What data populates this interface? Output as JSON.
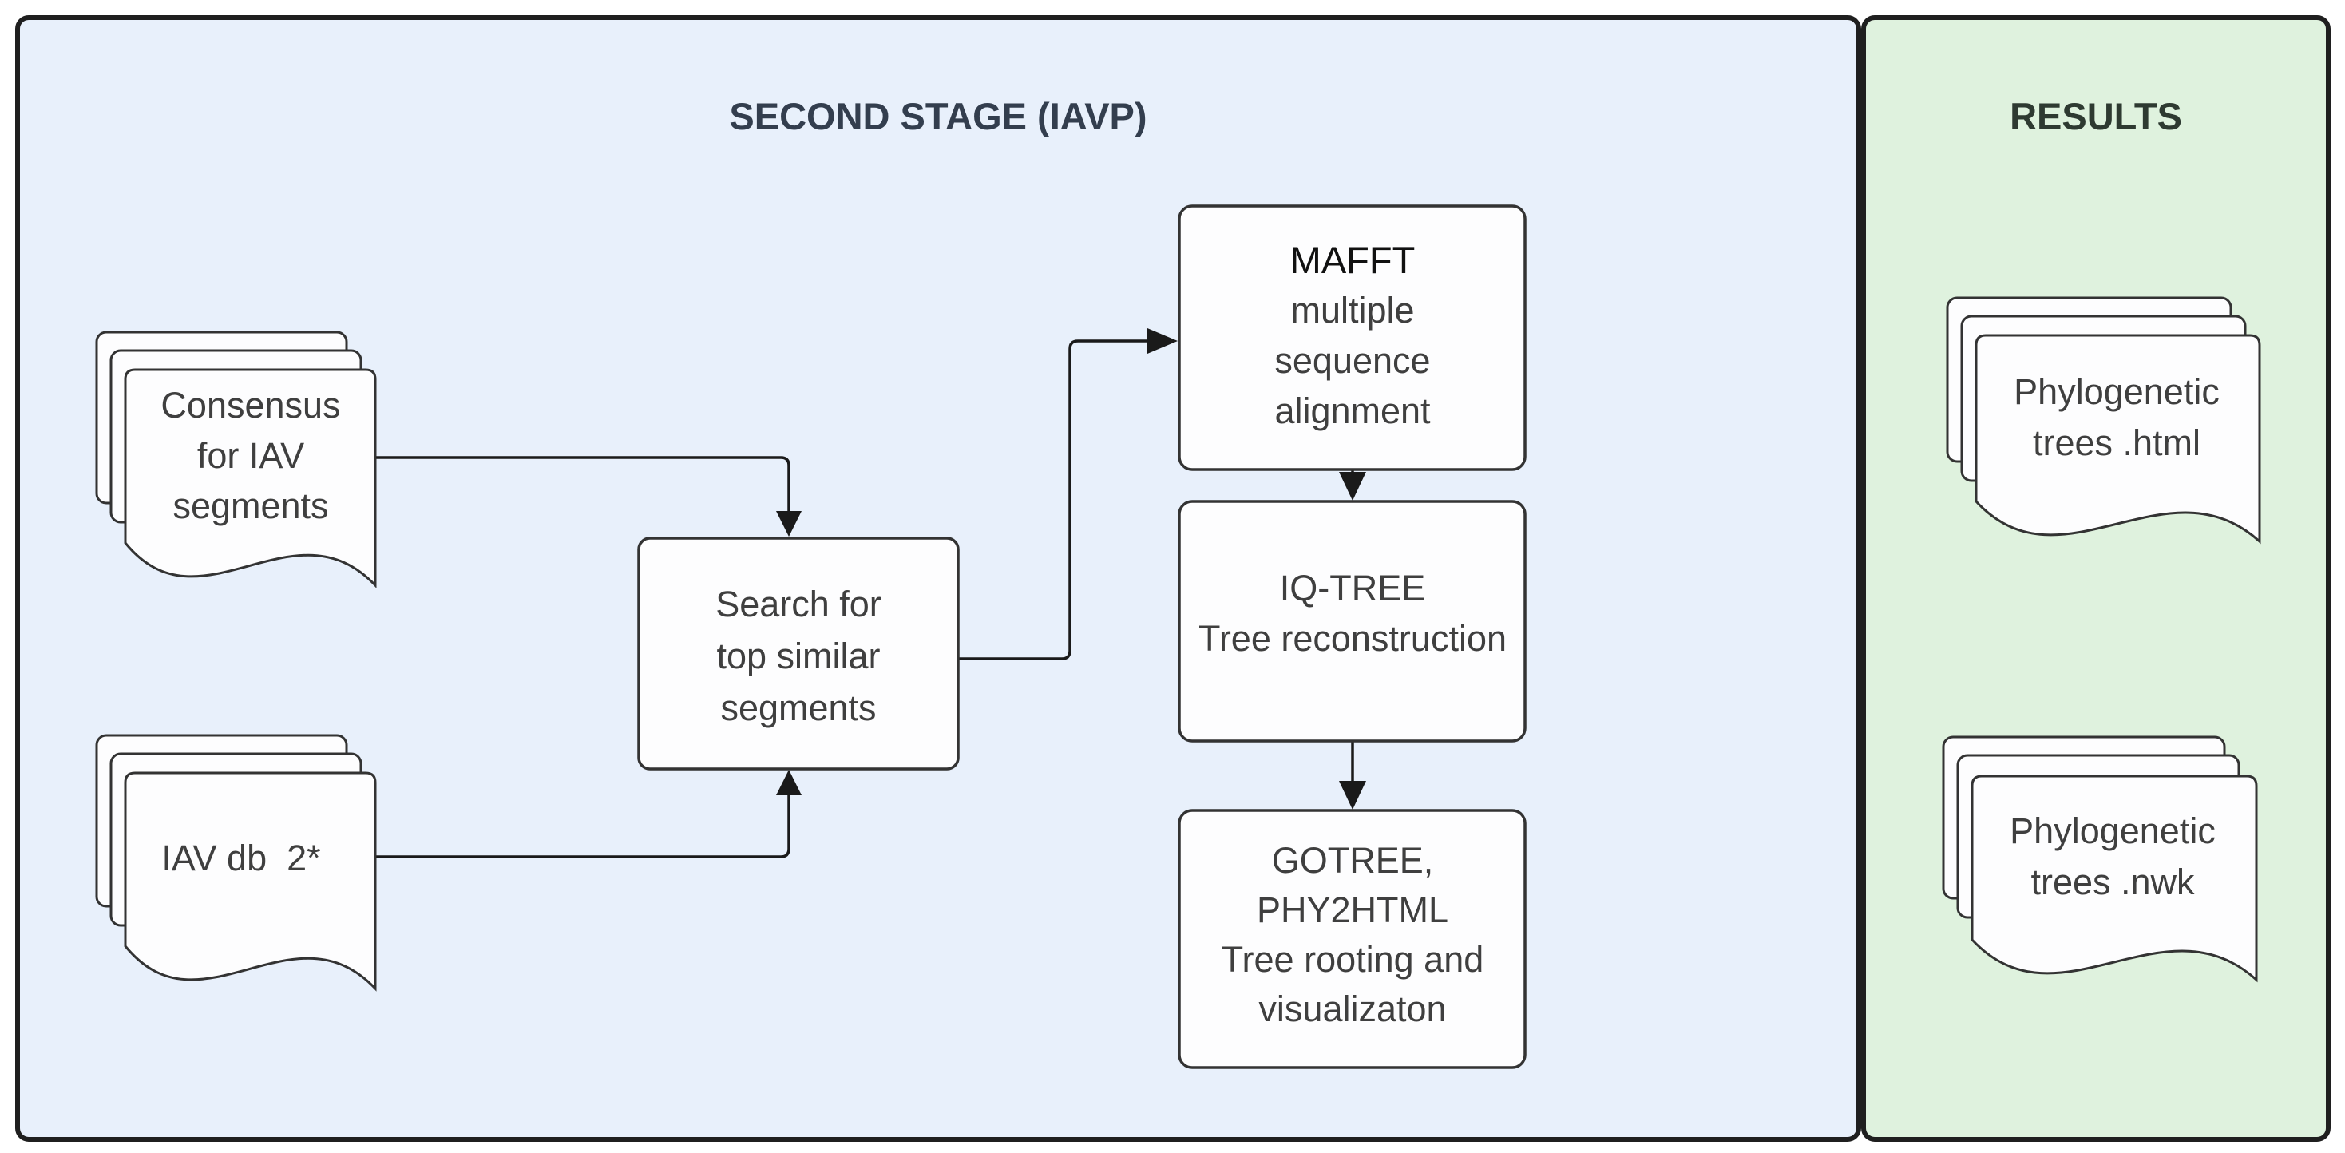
{
  "panels": {
    "stage": {
      "title": "SECOND STAGE (IAVP)"
    },
    "results": {
      "title": "RESULTS"
    }
  },
  "nodes": {
    "consensus_doc": {
      "lines": [
        "Consensus",
        "for IAV",
        "segments"
      ]
    },
    "iav_db_doc": {
      "label": "IAV db  2*"
    },
    "search_box": {
      "lines": [
        "Search for",
        "top similar",
        "segments"
      ]
    },
    "mafft_box": {
      "title": "MAFFT",
      "lines": [
        "multiple",
        "sequence",
        "alignment"
      ]
    },
    "iqtree_box": {
      "lines": [
        "IQ-TREE",
        "Tree reconstruction"
      ]
    },
    "gotree_box": {
      "lines": [
        "GOTREE,",
        "PHY2HTML",
        "Tree rooting and",
        "visualizaton"
      ]
    },
    "trees_html_doc": {
      "lines": [
        "Phylogenetic",
        "trees .html"
      ]
    },
    "trees_nwk_doc": {
      "lines": [
        "Phylogenetic",
        "trees .nwk"
      ]
    }
  },
  "colors": {
    "canvas": "#ffffff",
    "stage_bg": "#e8f0fb",
    "results_bg": "#dff2de",
    "panel_border": "#1f1f1f",
    "shape_fill": "#fdfdfe",
    "shape_border": "#333333",
    "line": "#1a1a1a",
    "text": "#3f3f3f",
    "title_text": "#111111",
    "stage_title": "#333e4e",
    "results_title": "#2e3a31"
  }
}
